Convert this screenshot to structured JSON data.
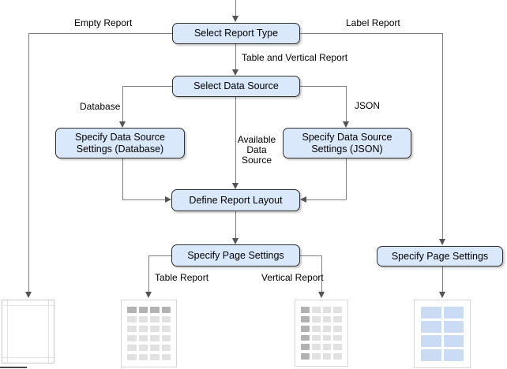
{
  "nodes": {
    "select_report_type": "Select Report Type",
    "select_data_source": "Select Data Source",
    "specify_ds_database": "Specify Data Source Settings (Database)",
    "specify_ds_json": "Specify Data Source Settings (JSON)",
    "define_report_layout": "Define Report Layout",
    "specify_page_settings": "Specify Page Settings",
    "specify_page_settings_label_branch": "Specify Page Settings"
  },
  "edge_labels": {
    "empty_report": "Empty Report",
    "label_report": "Label Report",
    "table_and_vertical_report": "Table and Vertical Report",
    "database": "Database",
    "json": "JSON",
    "available_data_source": "Available Data Source",
    "table_report": "Table Report",
    "vertical_report": "Vertical Report"
  },
  "icons": {
    "empty_report": {
      "type": "blank-page"
    },
    "table_report": {
      "type": "grid",
      "rows": 6,
      "cols": 4,
      "header": "row"
    },
    "vertical_report": {
      "type": "grid",
      "rows": 6,
      "cols": 4,
      "header": "col"
    },
    "label_report": {
      "type": "grid",
      "rows": 4,
      "cols": 2,
      "header": "none"
    }
  },
  "colors": {
    "node_fill": "#dae8fc",
    "node_border": "#2e2e2e",
    "connector": "#808080",
    "arrowhead": "#545454",
    "table_header_cell": "#b2b2b2",
    "table_body_cell": "#e1e1e1",
    "label_cell": "#c9dcf3",
    "icon_border": "#d6d6d6"
  }
}
